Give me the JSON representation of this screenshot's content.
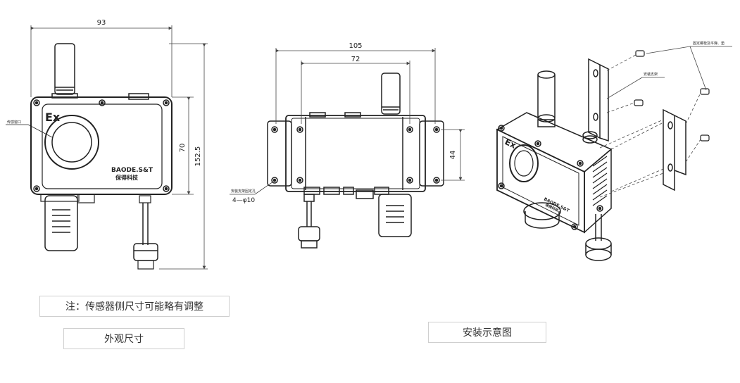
{
  "front_view": {
    "dim_width": "93",
    "dim_panel_height": "70",
    "dim_total_height": "152.5",
    "window_label": "传感窗口",
    "ex_mark": "Ex",
    "brand_en": "BAODE.S&T",
    "brand_cn": "保得科技"
  },
  "top_view": {
    "dim_outer": "105",
    "dim_inner": "72",
    "dim_height": "44",
    "hole_label": "安装支架固定孔",
    "hole_spec": "4—φ10"
  },
  "iso_view": {
    "screw_label": "固定螺栓及平弹、垫",
    "bracket_label": "安装支架",
    "ex_mark": "Ex",
    "brand_en": "BAODE.S&T",
    "brand_cn": "保得科技"
  },
  "captions": {
    "note": "注：传感器侧尺寸可能略有调整",
    "outline": "外观尺寸",
    "install": "安装示意图"
  },
  "colors": {
    "line": "#222222",
    "dim_line": "#444444"
  }
}
